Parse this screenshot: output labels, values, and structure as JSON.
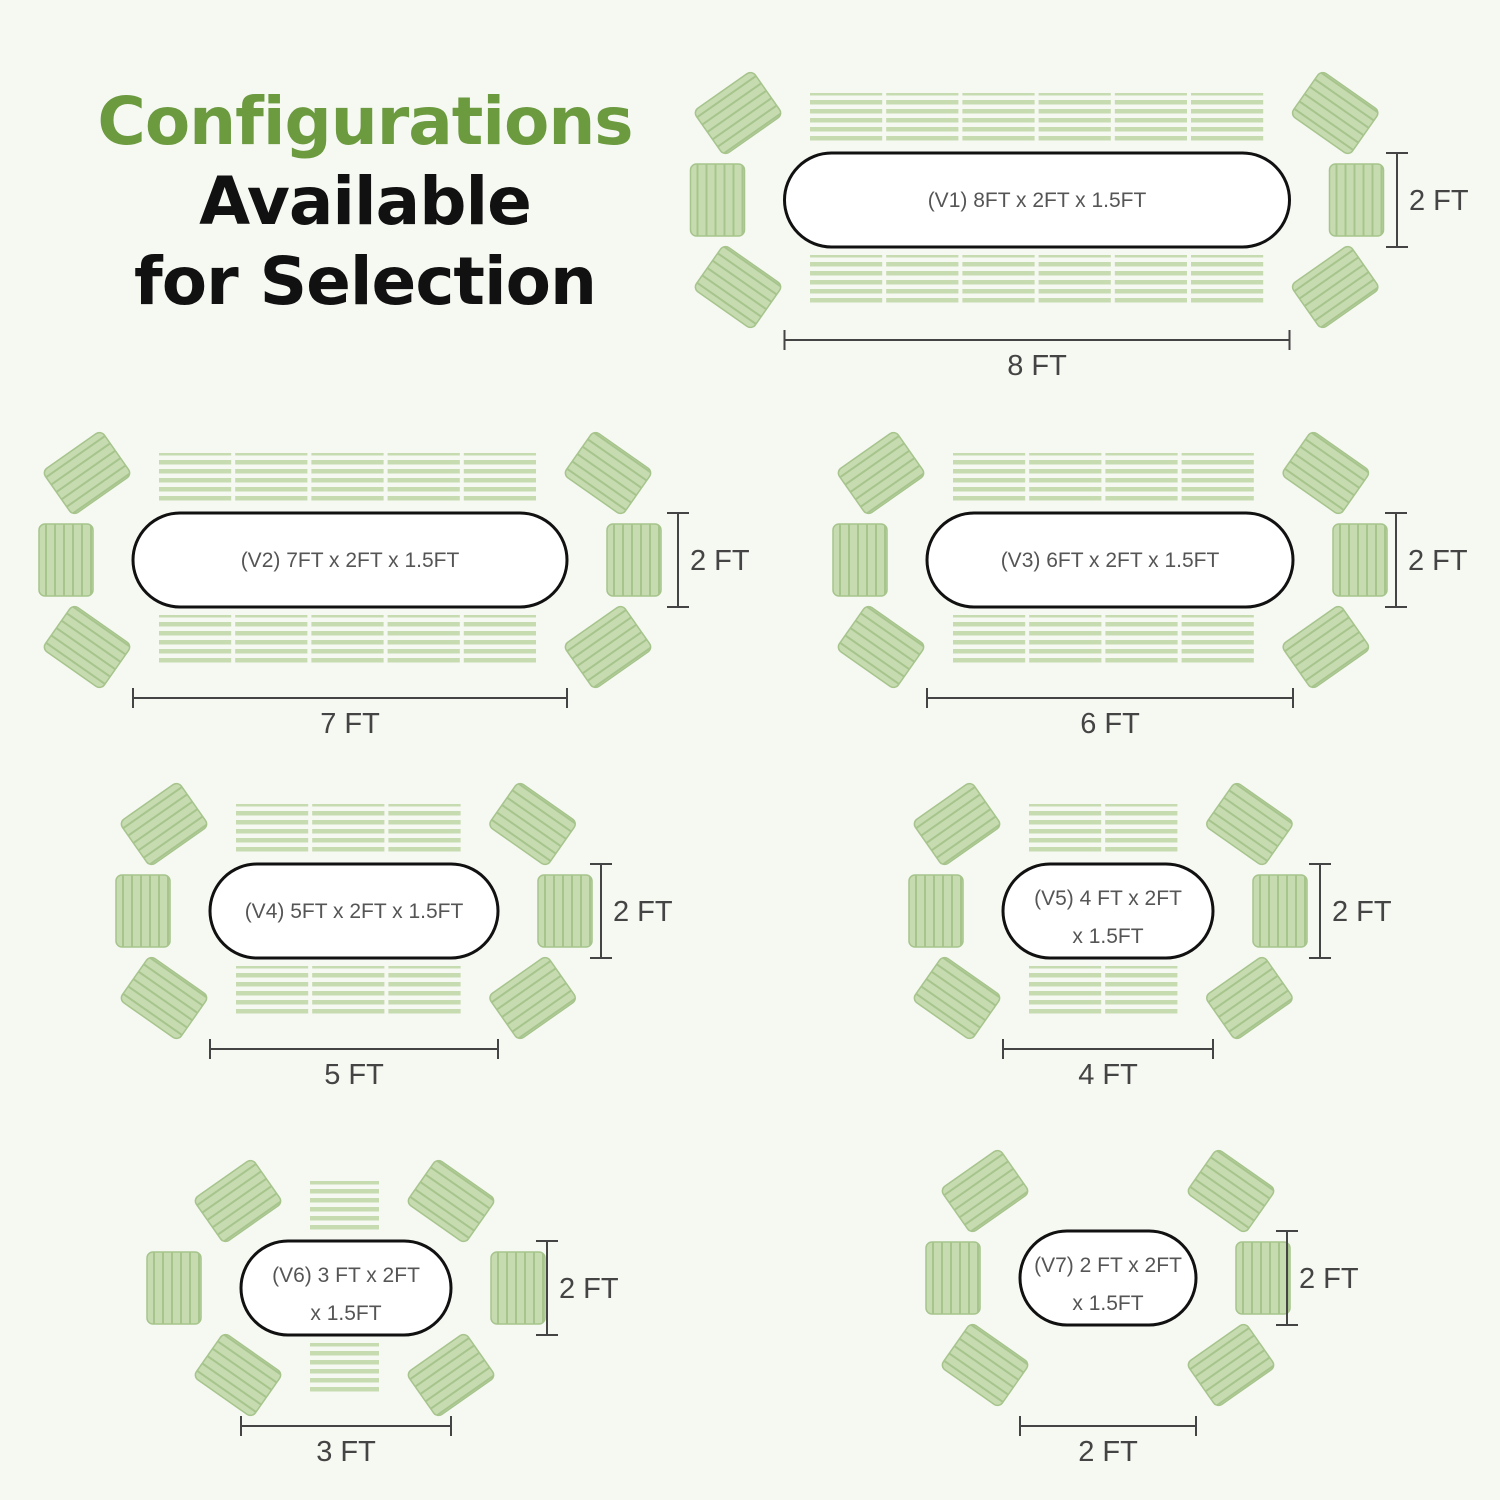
{
  "heading": {
    "line1": "Configurations",
    "line2": "Available",
    "line3": "for Selection"
  },
  "colors": {
    "accent": "#6b9a3f",
    "seat_fill": "#c6dbb0",
    "seat_stripe": "#a6c48c",
    "outline": "#111111",
    "dimension": "#444444"
  },
  "configurations": [
    {
      "id": "V1",
      "label_lines": [
        "(V1) 8FT x 2FT x 1.5FT"
      ],
      "length": "8 FT",
      "width": "2 FT",
      "bench_segments": 6
    },
    {
      "id": "V2",
      "label_lines": [
        "(V2) 7FT x 2FT x 1.5FT"
      ],
      "length": "7 FT",
      "width": "2 FT",
      "bench_segments": 5
    },
    {
      "id": "V3",
      "label_lines": [
        "(V3) 6FT x 2FT x 1.5FT"
      ],
      "length": "6 FT",
      "width": "2 FT",
      "bench_segments": 4
    },
    {
      "id": "V4",
      "label_lines": [
        "(V4) 5FT x 2FT x 1.5FT"
      ],
      "length": "5 FT",
      "width": "2 FT",
      "bench_segments": 3
    },
    {
      "id": "V5",
      "label_lines": [
        "(V5) 4 FT x 2FT",
        "x 1.5FT"
      ],
      "length": "4 FT",
      "width": "2 FT",
      "bench_segments": 2
    },
    {
      "id": "V6",
      "label_lines": [
        "(V6) 3 FT x 2FT",
        "x 1.5FT"
      ],
      "length": "3 FT",
      "width": "2 FT",
      "bench_segments": 1
    },
    {
      "id": "V7",
      "label_lines": [
        "(V7) 2 FT x 2FT",
        "x 1.5FT"
      ],
      "length": "2 FT",
      "width": "2 FT",
      "bench_segments": 0
    }
  ]
}
